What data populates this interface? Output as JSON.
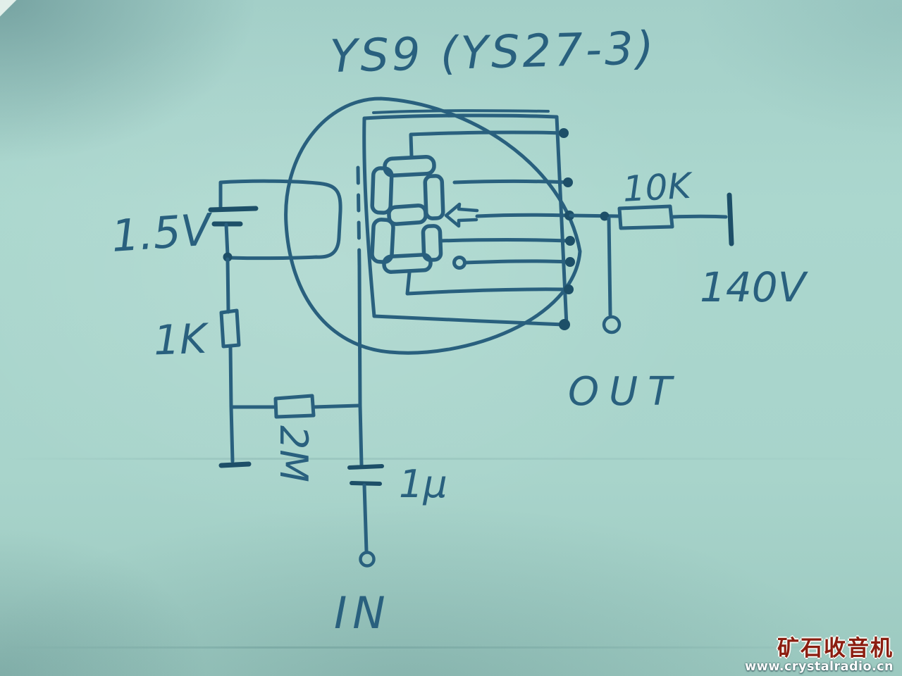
{
  "title": "YS9 (YS27-3)",
  "schematic": {
    "tube_label": "YS9 (YS27-3)",
    "tube_kind": "seven-segment numeric display tube drawn as circle with digit 8, dashed grid, filament and segment leads to common anode bus",
    "labels": {
      "battery": "1.5V",
      "cathode_resistor": "1K",
      "grid_resistor": "2M",
      "coupling_capacitor": "1μ",
      "anode_resistor": "10K",
      "supply": "140V",
      "input_terminal": "IN",
      "output_terminal": "OUT"
    }
  },
  "watermark": {
    "site_name": "矿石收音机",
    "site_url": "www.crystalradio.cn"
  },
  "colors": {
    "paper": "#a7d3ca",
    "ink": "#29607e",
    "ink_dark": "#1d4f68",
    "watermark_text": "#8c1d10",
    "watermark_url": "#ffffff"
  }
}
